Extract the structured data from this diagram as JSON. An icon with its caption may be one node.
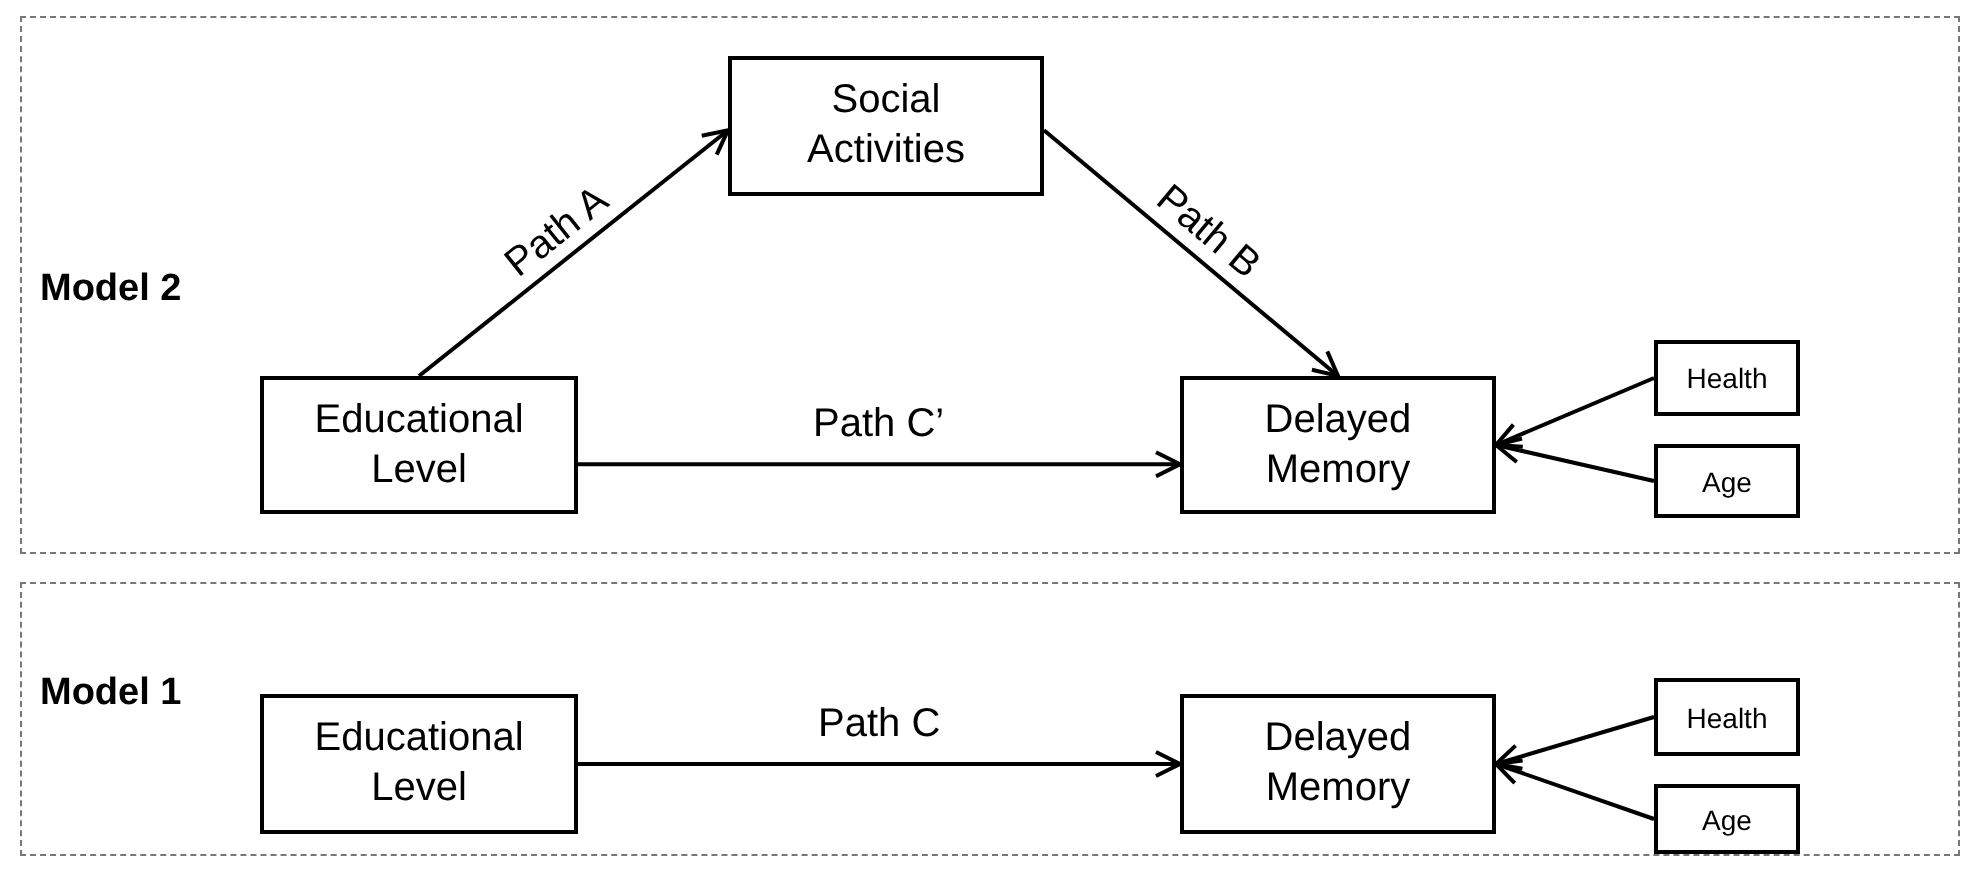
{
  "diagram": {
    "nodes": [
      {
        "text": [
          "Model 2"
        ]
      },
      {
        "text": [
          "Social Activities"
        ],
        "in": 0
      },
      {
        "text": [
          "Educational Level"
        ],
        "in": 0
      },
      {
        "text": [
          "Delayed Memory"
        ],
        "in": 0
      },
      {
        "text": [
          "Health"
        ],
        "in": 0
      },
      {
        "text": [
          "Age"
        ],
        "in": 0
      },
      {
        "text": [
          "Model 1"
        ]
      },
      {
        "text": [
          "Educational Level"
        ],
        "in": 6
      },
      {
        "text": [
          "Delayed Memory"
        ],
        "in": 6
      },
      {
        "text": [
          "Health"
        ],
        "in": 6
      },
      {
        "text": [
          "Age"
        ],
        "in": 6
      }
    ],
    "edges": [
      {
        "from": 2,
        "to": 1,
        "arrow": "to",
        "label": "Path A"
      },
      {
        "from": 1,
        "to": 3,
        "arrow": "to",
        "label": "Path B"
      },
      {
        "from": 2,
        "to": 3,
        "arrow": "to",
        "label": "Path C’"
      },
      {
        "from": 4,
        "to": 3,
        "arrow": "to"
      },
      {
        "from": 5,
        "to": 3,
        "arrow": "to"
      },
      {
        "from": 7,
        "to": 8,
        "arrow": "to",
        "label": "Path C"
      },
      {
        "from": 9,
        "to": 8,
        "arrow": "to"
      },
      {
        "from": 10,
        "to": 8,
        "arrow": "to"
      }
    ]
  }
}
